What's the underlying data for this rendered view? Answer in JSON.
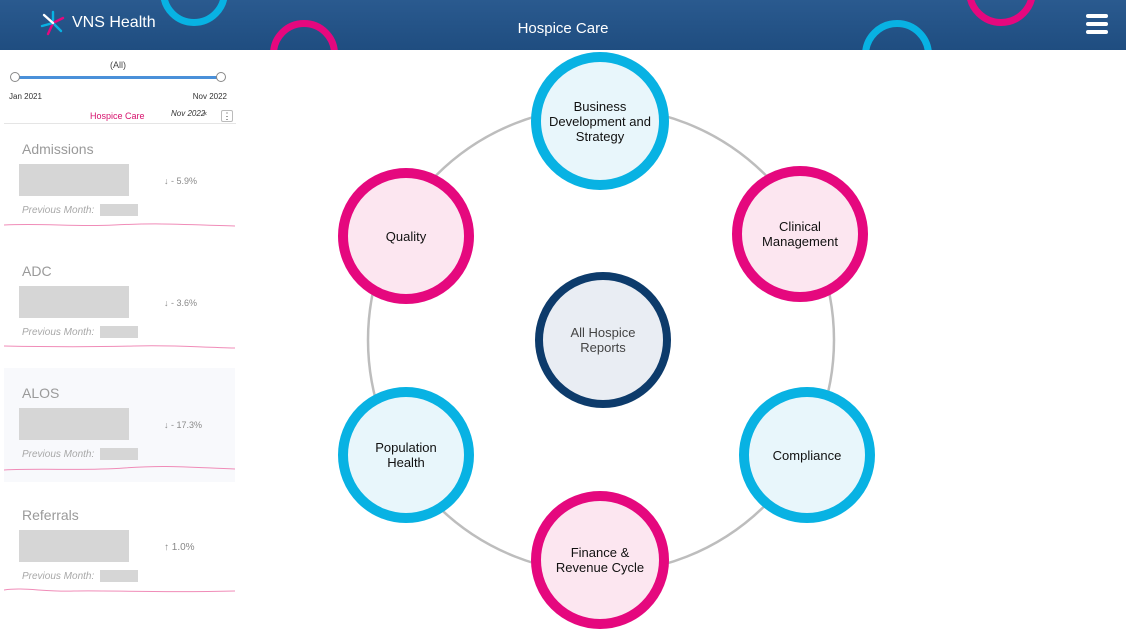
{
  "header": {
    "logo_text": "VNS Health",
    "title": "Hospice Care",
    "menu_icon": "hamburger-icon"
  },
  "filter": {
    "slider_label": "(All)",
    "range_start": "Jan 2021",
    "range_end": "Nov 2022",
    "active_tag": "Hospice Care",
    "active_date": "Nov 2022",
    "close_symbol": "×",
    "more_symbol": "⋮"
  },
  "kpis": [
    {
      "title": "Admissions",
      "change": "↓ - 5.9%",
      "prev_label": "Previous Month:"
    },
    {
      "title": "ADC",
      "change": "↓ - 3.6%",
      "prev_label": "Previous Month:"
    },
    {
      "title": "ALOS",
      "change": "↓ - 17.3%",
      "prev_label": "Previous Month:"
    },
    {
      "title": "Referrals",
      "change": "↑ 1.0%",
      "prev_label": "Previous Month:"
    }
  ],
  "wheel": {
    "center": "All Hospice Reports",
    "nodes": [
      {
        "label": "Business Development and Strategy"
      },
      {
        "label": "Clinical Management"
      },
      {
        "label": "Compliance"
      },
      {
        "label": "Finance & Revenue Cycle"
      },
      {
        "label": "Population Health"
      },
      {
        "label": "Quality"
      }
    ]
  },
  "colors": {
    "header": "#1f4d80",
    "blue_ring": "#08b2e3",
    "pink_ring": "#e5087e",
    "center_ring": "#0d3b6b"
  }
}
